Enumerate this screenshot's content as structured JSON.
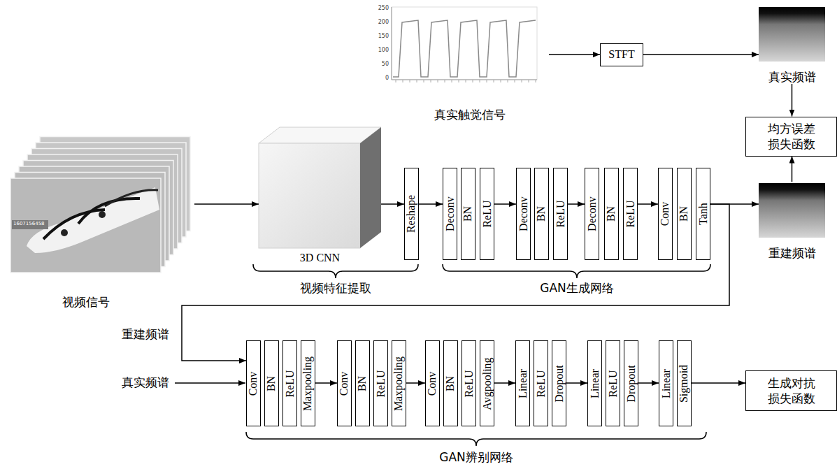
{
  "diagram": {
    "nodes": [
      {
        "text": [
          "真实触觉信号"
        ]
      },
      {
        "text": [
          "STFT"
        ]
      },
      {
        "text": [
          "真实频谱"
        ]
      },
      {
        "text": [
          "均方误差 损失函数"
        ]
      },
      {
        "text": [
          "视频信号"
        ]
      },
      {
        "text": [
          "3D CNN"
        ]
      },
      {
        "text": [
          "Reshape"
        ]
      },
      {
        "text": [
          "Deconv"
        ]
      },
      {
        "text": [
          "BN"
        ]
      },
      {
        "text": [
          "ReLU"
        ]
      },
      {
        "text": [
          "Deconv"
        ]
      },
      {
        "text": [
          "BN"
        ]
      },
      {
        "text": [
          "ReLU"
        ]
      },
      {
        "text": [
          "Deconv"
        ]
      },
      {
        "text": [
          "BN"
        ]
      },
      {
        "text": [
          "ReLU"
        ]
      },
      {
        "text": [
          "Conv"
        ]
      },
      {
        "text": [
          "BN"
        ]
      },
      {
        "text": [
          "Tanh"
        ]
      },
      {
        "text": [
          "重建频谱"
        ]
      },
      {
        "text": [
          "Conv"
        ]
      },
      {
        "text": [
          "BN"
        ]
      },
      {
        "text": [
          "ReLU"
        ]
      },
      {
        "text": [
          "Maxpooling"
        ]
      },
      {
        "text": [
          "Conv"
        ]
      },
      {
        "text": [
          "BN"
        ]
      },
      {
        "text": [
          "ReLU"
        ]
      },
      {
        "text": [
          "Maxpooling"
        ]
      },
      {
        "text": [
          "Conv"
        ]
      },
      {
        "text": [
          "BN"
        ]
      },
      {
        "text": [
          "ReLU"
        ]
      },
      {
        "text": [
          "Avgpooling"
        ]
      },
      {
        "text": [
          "Linear"
        ]
      },
      {
        "text": [
          "ReLU"
        ]
      },
      {
        "text": [
          "Dropout"
        ]
      },
      {
        "text": [
          "Linear"
        ]
      },
      {
        "text": [
          "ReLU"
        ]
      },
      {
        "text": [
          "Dropout"
        ]
      },
      {
        "text": [
          "Linear"
        ]
      },
      {
        "text": [
          "Sigmoid"
        ]
      },
      {
        "text": [
          "生成对抗 损失函数"
        ]
      }
    ],
    "edges": [
      {
        "from": 0,
        "to": 1,
        "arrow": "to"
      },
      {
        "from": 1,
        "to": 2,
        "arrow": "to"
      },
      {
        "from": 2,
        "to": 3,
        "arrow": "to"
      },
      {
        "from": 19,
        "to": 3,
        "arrow": "to"
      },
      {
        "from": 4,
        "to": 5,
        "arrow": "to"
      },
      {
        "from": 5,
        "to": 6,
        "arrow": "to"
      },
      {
        "from": 6,
        "to": 7,
        "arrow": "to"
      },
      {
        "from": 9,
        "to": 10,
        "arrow": "to"
      },
      {
        "from": 12,
        "to": 13,
        "arrow": "to"
      },
      {
        "from": 15,
        "to": 16,
        "arrow": "to"
      },
      {
        "from": 18,
        "to": 19,
        "arrow": "to"
      },
      {
        "from": 18,
        "to": 20,
        "label": "重建频谱",
        "arrow": "to"
      },
      {
        "from": 23,
        "to": 24,
        "arrow": "to"
      },
      {
        "from": 27,
        "to": 28,
        "arrow": "to"
      },
      {
        "from": 31,
        "to": 32,
        "arrow": "to"
      },
      {
        "from": 34,
        "to": 35,
        "arrow": "to"
      },
      {
        "from": 37,
        "to": 38,
        "arrow": "to"
      },
      {
        "from": 39,
        "to": 40,
        "arrow": "to"
      }
    ],
    "labels": [
      "250",
      "200",
      "150",
      "100",
      "50",
      "0",
      "1607156458",
      "视频特征提取",
      "GAN生成网络",
      "真实频谱",
      "GAN辨别网络"
    ]
  }
}
